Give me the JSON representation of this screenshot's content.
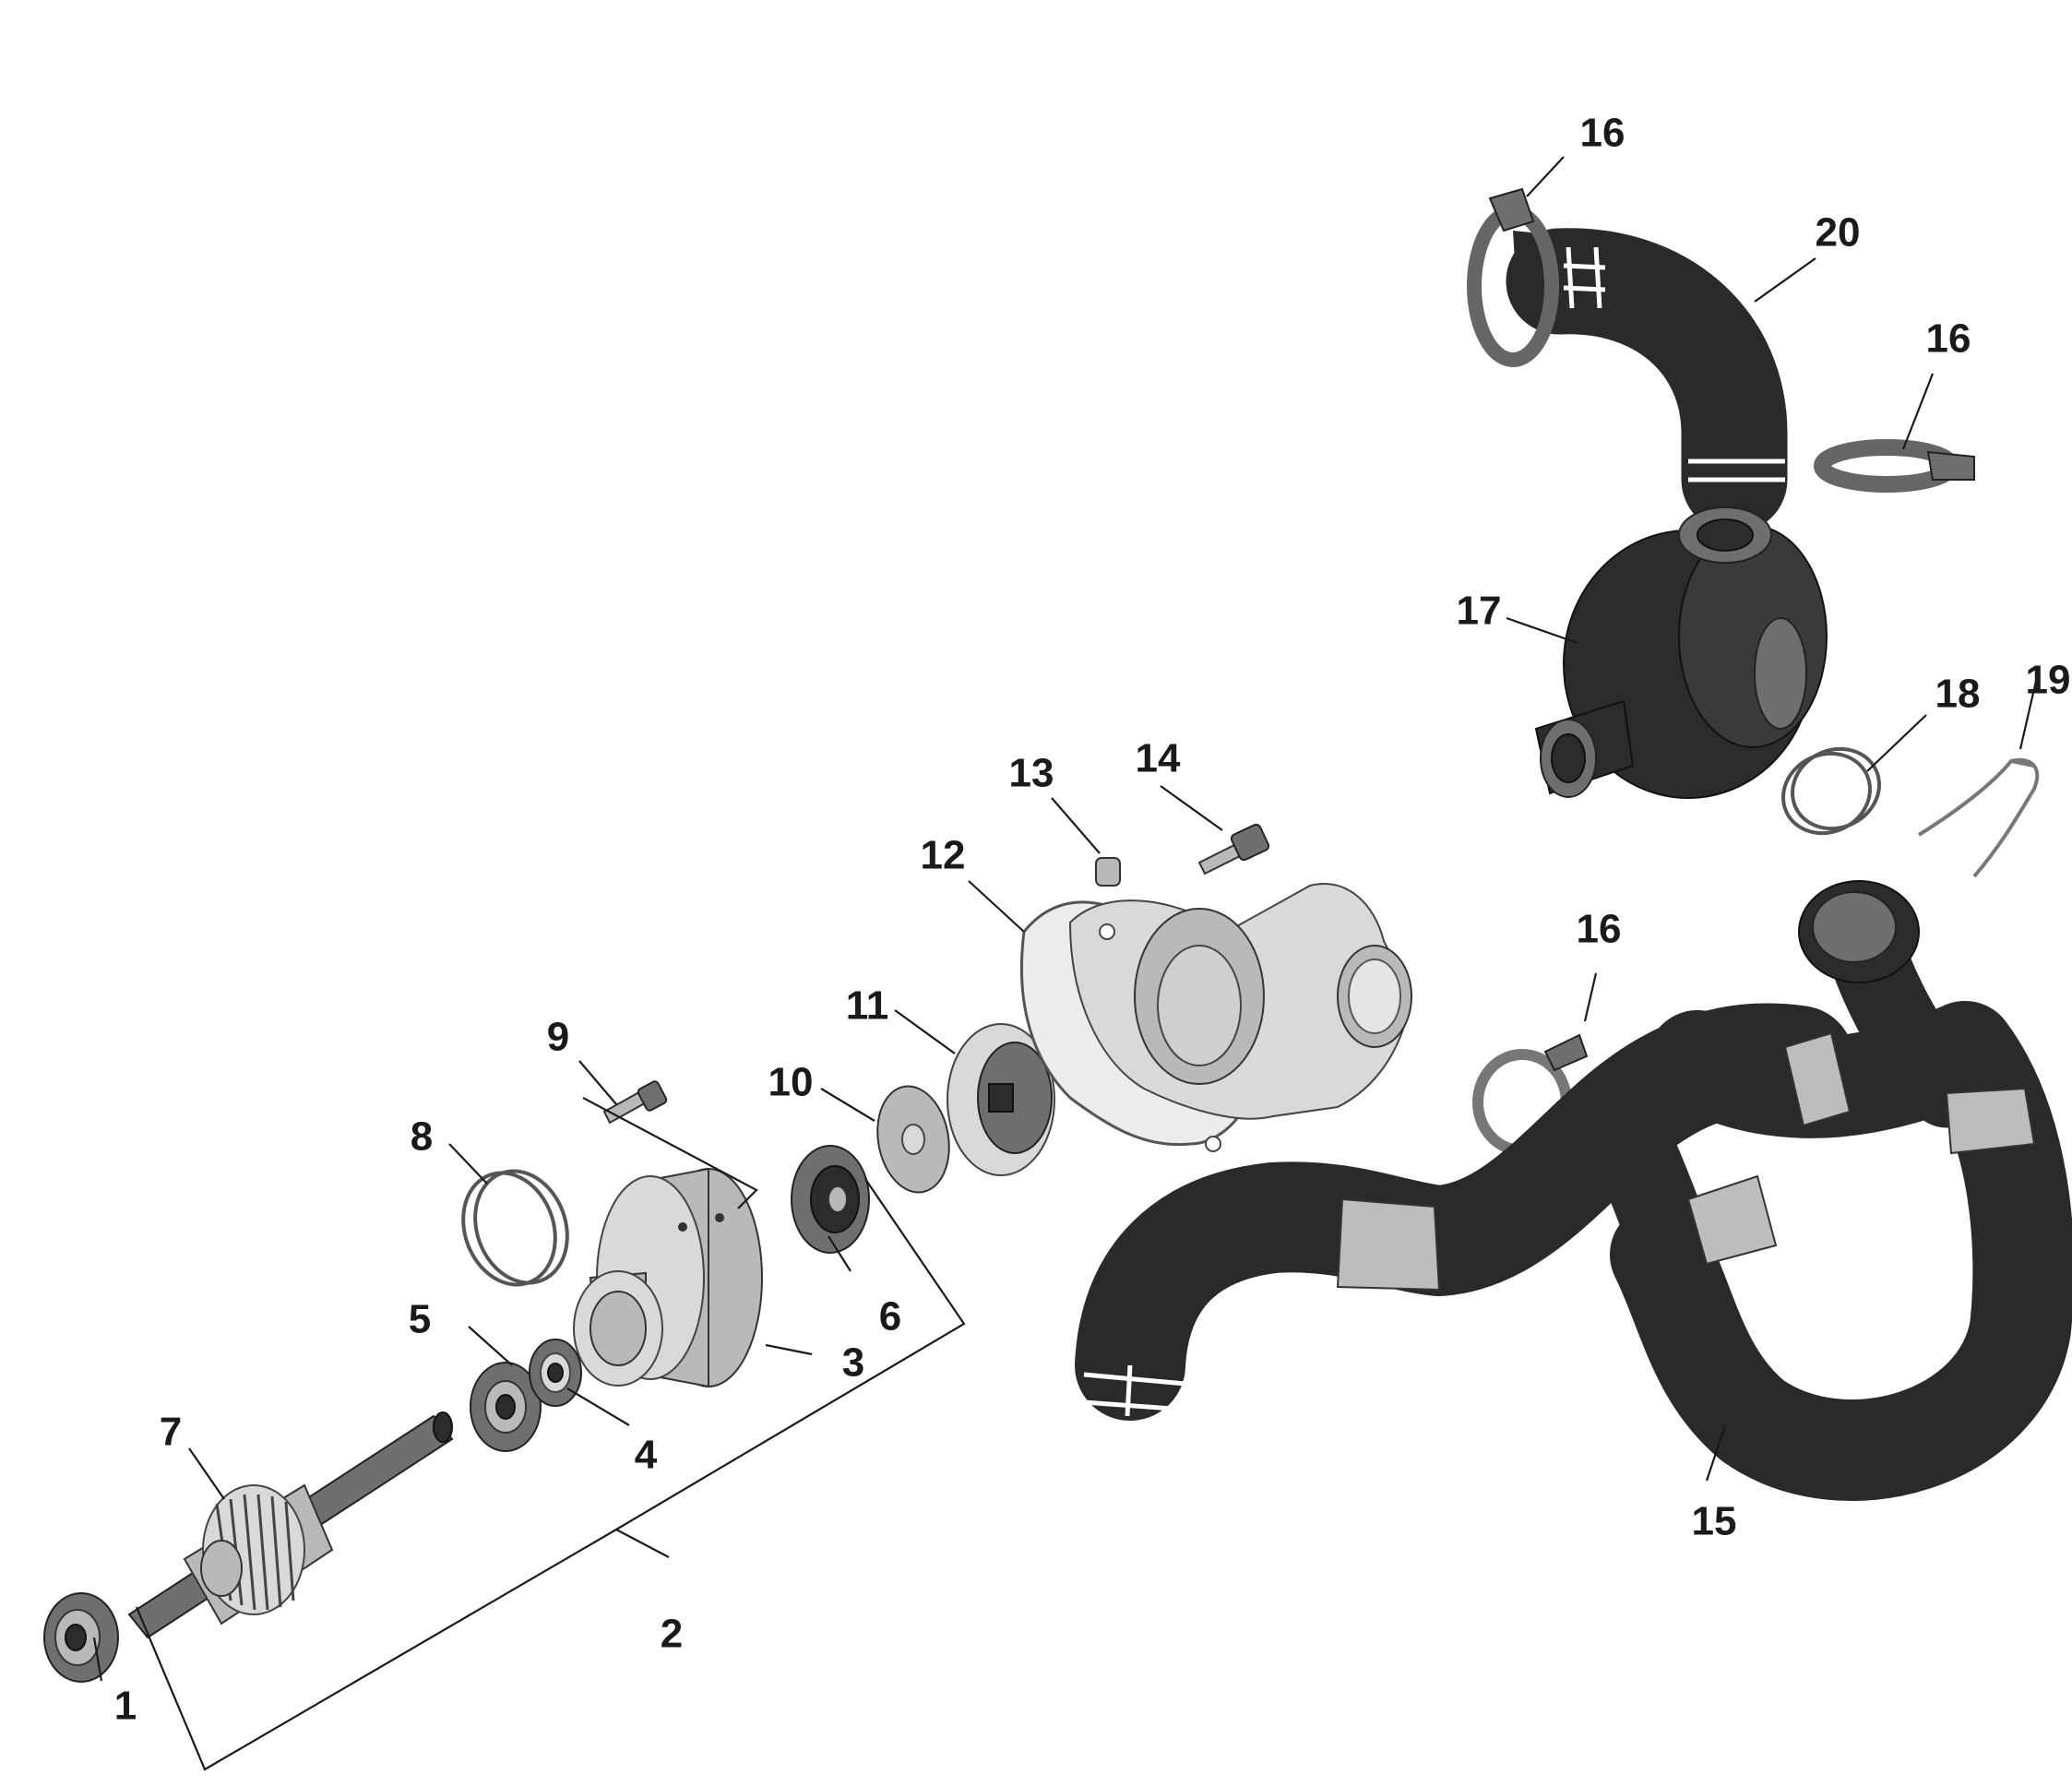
{
  "callouts": [
    {
      "id": "c1",
      "text": "1"
    },
    {
      "id": "c2",
      "text": "2"
    },
    {
      "id": "c3",
      "text": "3"
    },
    {
      "id": "c4",
      "text": "4"
    },
    {
      "id": "c5",
      "text": "5"
    },
    {
      "id": "c6",
      "text": "6"
    },
    {
      "id": "c7",
      "text": "7"
    },
    {
      "id": "c8",
      "text": "8"
    },
    {
      "id": "c9",
      "text": "9"
    },
    {
      "id": "c10",
      "text": "10"
    },
    {
      "id": "c11",
      "text": "11"
    },
    {
      "id": "c12",
      "text": "12"
    },
    {
      "id": "c13",
      "text": "13"
    },
    {
      "id": "c14",
      "text": "14"
    },
    {
      "id": "c15",
      "text": "15"
    },
    {
      "id": "c16a",
      "text": "16"
    },
    {
      "id": "c16b",
      "text": "16"
    },
    {
      "id": "c16c",
      "text": "16"
    },
    {
      "id": "c17",
      "text": "17"
    },
    {
      "id": "c18",
      "text": "18"
    },
    {
      "id": "c19",
      "text": "19"
    },
    {
      "id": "c20",
      "text": "20"
    }
  ]
}
